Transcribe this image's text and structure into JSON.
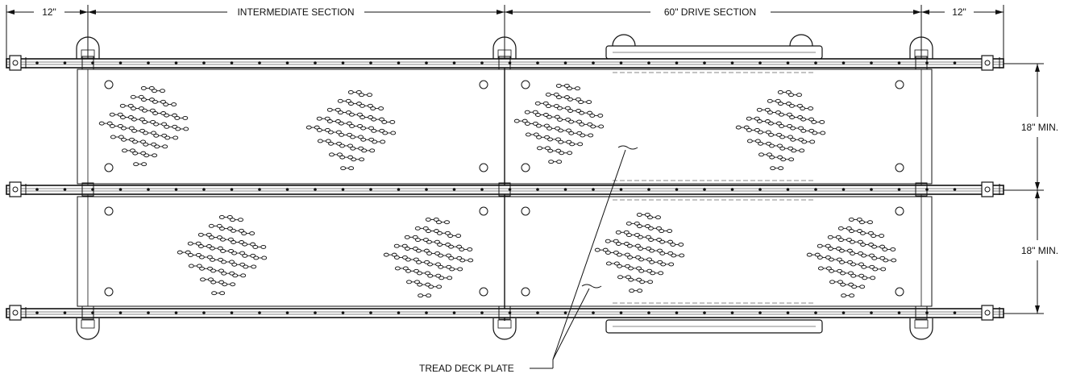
{
  "dimensions": {
    "left_end": "12\"",
    "intermediate": "INTERMEDIATE SECTION",
    "drive": "60\" DRIVE SECTION",
    "right_end": "12\"",
    "lane_upper": "18\" MIN.",
    "lane_lower": "18\" MIN."
  },
  "callout": {
    "label": "TREAD DECK PLATE"
  },
  "colors": {
    "ink": "#111111",
    "paper": "#ffffff"
  }
}
